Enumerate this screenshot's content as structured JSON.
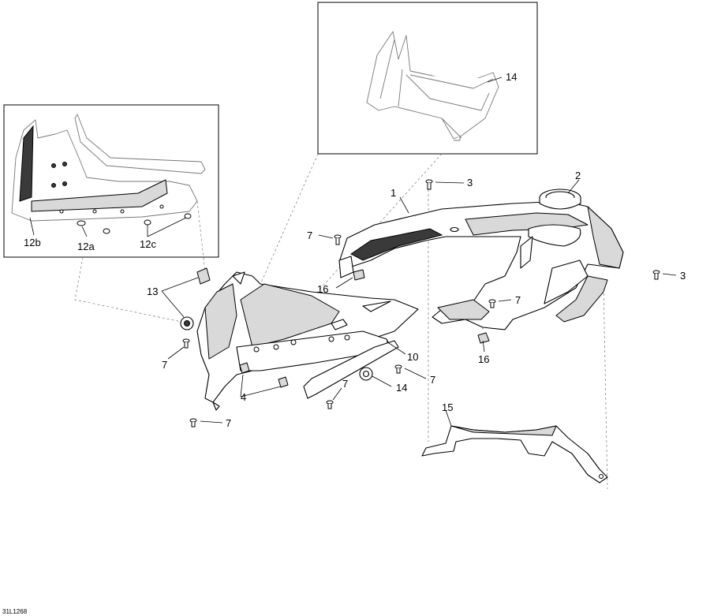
{
  "figure_code": "31L1268",
  "callouts": {
    "c1": "1",
    "c2": "2",
    "c3a": "3",
    "c3b": "3",
    "c4": "4",
    "c7a": "7",
    "c7b": "7",
    "c7c": "7",
    "c7d": "7",
    "c7e": "7",
    "c7f": "7",
    "c10": "10",
    "c12a": "12a",
    "c12b": "12b",
    "c12c": "12c",
    "c13": "13",
    "c14a": "14",
    "c14b": "14",
    "c15": "15",
    "c16a": "16",
    "c16b": "16"
  },
  "colors": {
    "line": "#000000",
    "background": "#ffffff",
    "shade": "#d9d9d9",
    "dark_fill": "#3a3a3a"
  }
}
